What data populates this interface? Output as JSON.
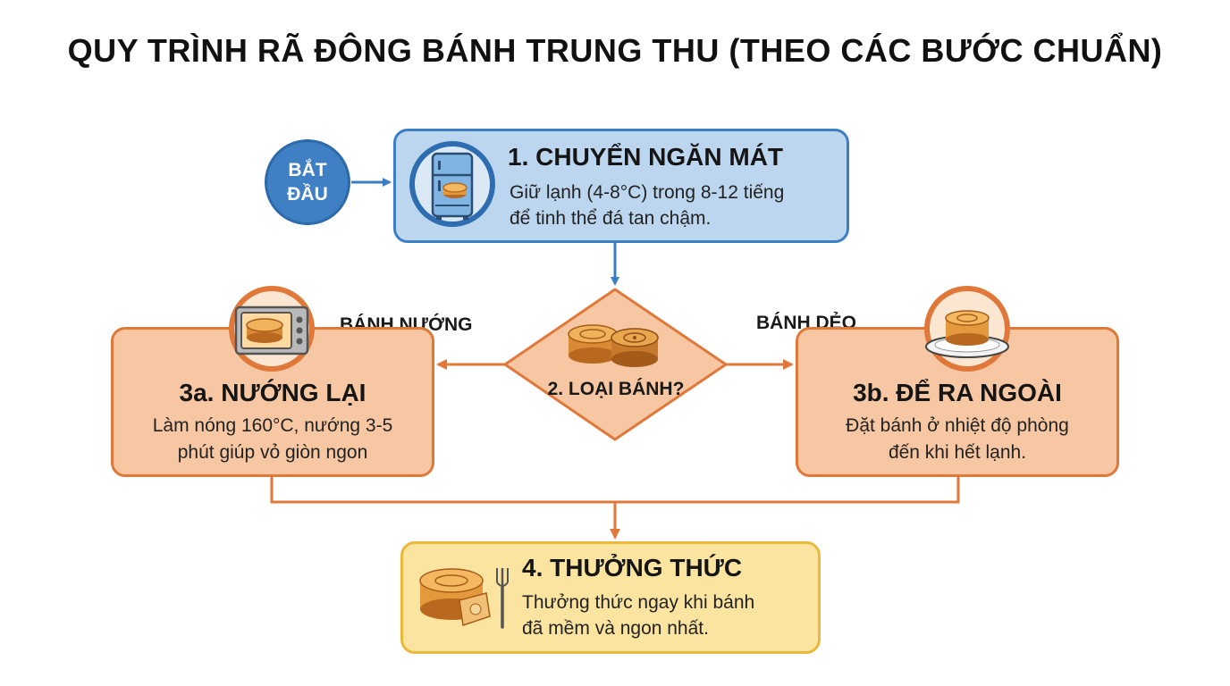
{
  "title": "QUY TRÌNH RÃ ĐÔNG BÁNH TRUNG THU (THEO CÁC BƯỚC CHUẨN)",
  "start": {
    "line1": "BẮT",
    "line2": "ĐẦU"
  },
  "step1": {
    "heading": "1. CHUYỂN NGĂN MÁT",
    "line1": "Giữ lạnh (4-8°C) trong 8-12 tiếng",
    "line2": "để tinh thể đá tan chậm.",
    "icon": "fridge-icon"
  },
  "step2": {
    "label": "2. LOẠI BÁNH?",
    "icon": "mooncakes-icon"
  },
  "branches": {
    "left": "BÁNH NƯỚNG",
    "right": "BÁNH DẺO"
  },
  "step3a": {
    "heading": "3a. NƯỚNG LẠI",
    "line1": "Làm nóng 160°C, nướng 3-5",
    "line2": "phút giúp vỏ giòn ngon",
    "icon": "oven-icon"
  },
  "step3b": {
    "heading": "3b. ĐỂ RA NGOÀI",
    "line1": "Đặt bánh ở nhiệt độ phòng",
    "line2": "đến khi hết lạnh.",
    "icon": "mooncake-plate-icon"
  },
  "step4": {
    "heading": "4. THƯỞNG THỨC",
    "line1": "Thưởng thức ngay khi bánh",
    "line2": "đã mềm và ngon nhất.",
    "icon": "cut-mooncake-fork-icon"
  },
  "colors": {
    "blue": "#3b7fc2",
    "blue_fill": "#bcd6ef",
    "orange": "#e0783a",
    "orange_fill": "#f6c7a2",
    "yellow": "#e8b93a",
    "yellow_fill": "#fbe4a0",
    "connector": "#e0783a"
  }
}
